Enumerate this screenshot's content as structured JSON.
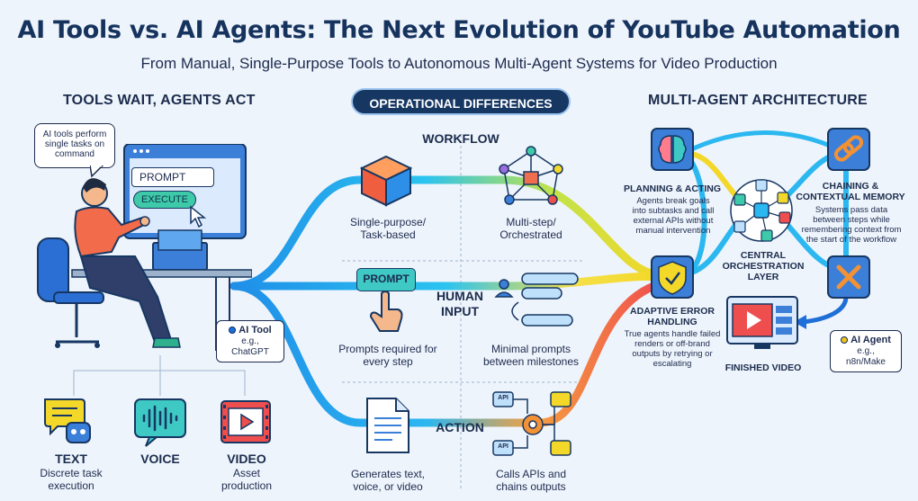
{
  "title": "AI Tools vs. AI Agents: The Next Evolution of YouTube Automation",
  "subtitle": "From Manual, Single-Purpose Tools to Autonomous Multi-Agent Systems for Video Production",
  "left": {
    "heading": "TOOLS WAIT, AGENTS ACT",
    "bubble": "AI tools perform single tasks on command",
    "screen_prompt": "PROMPT",
    "screen_execute": "EXECUTE",
    "tool_tag_title": "AI Tool",
    "tool_tag_example": "e.g., ChatGPT",
    "outputs": [
      {
        "title": "TEXT",
        "caption": "Discrete task execution"
      },
      {
        "title": "VOICE",
        "caption": ""
      },
      {
        "title": "VIDEO",
        "caption": "Asset production"
      }
    ]
  },
  "middle": {
    "heading": "OPERATIONAL DIFFERENCES",
    "rows": [
      {
        "title": "WORKFLOW",
        "tool": "Single-purpose/ Task-based",
        "agent": "Multi-step/ Orchestrated"
      },
      {
        "title": "HUMAN INPUT",
        "tool": "Prompts required for every step",
        "agent": "Minimal prompts between milestones",
        "tool_button": "PROMPT"
      },
      {
        "title": "ACTION",
        "tool": "Generates text, voice, or video",
        "agent": "Calls APIs and chains outputs",
        "api_label": "API"
      }
    ]
  },
  "right": {
    "heading": "MULTI-AGENT ARCHITECTURE",
    "planning": {
      "title": "PLANNING & ACTING",
      "text": "Agents break goals into subtasks and call external APIs without manual intervention"
    },
    "chaining": {
      "title": "CHAINING & CONTEXTUAL MEMORY",
      "text": "Systems pass data between steps while remembering context from the start of the workflow"
    },
    "hub": "CENTRAL ORCHESTRATION LAYER",
    "error": {
      "title": "ADAPTIVE ERROR HANDLING",
      "text": "True agents handle failed renders or off-brand outputs by retrying or escalating"
    },
    "finished": "FINISHED VIDEO",
    "agent_tag_title": "AI Agent",
    "agent_tag_example": "e.g., n8n/Make"
  },
  "colors": {
    "navy": "#173763",
    "blue": "#1f8fe8",
    "cyan": "#2bb7f0",
    "yellow": "#f4d829",
    "orange": "#f39135",
    "red": "#ef4e4e"
  }
}
